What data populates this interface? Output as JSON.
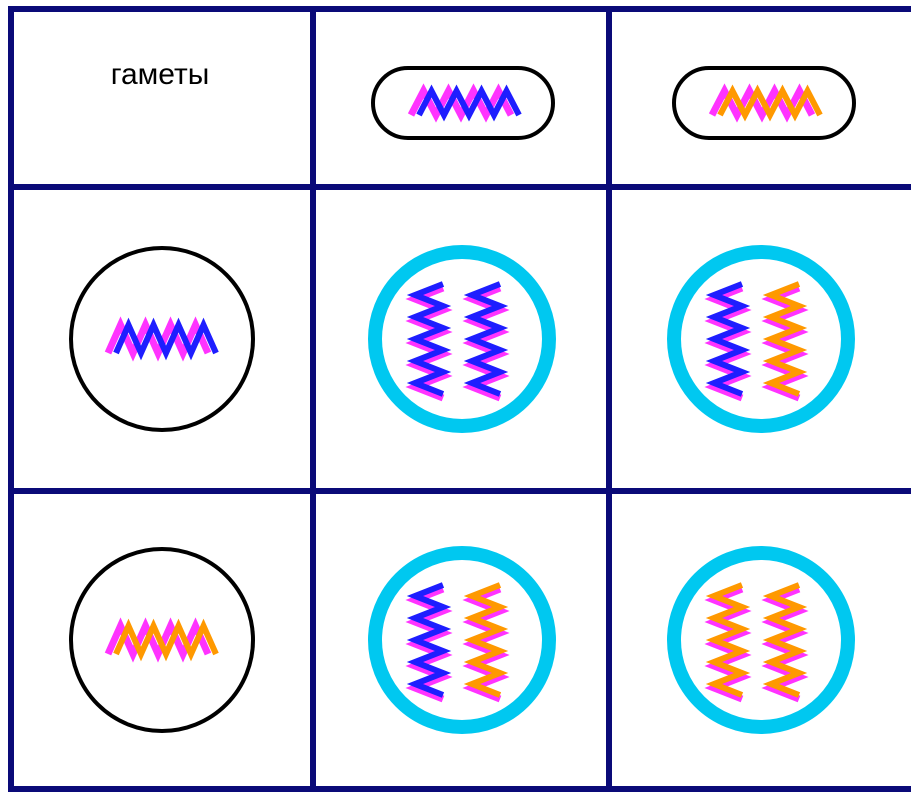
{
  "header": {
    "label": "гаметы"
  },
  "colors": {
    "grid_line": "#0A0A78",
    "gamete_outline": "#000000",
    "zygote_ring": "#00C8F0",
    "blue_strand": "#1E1EFF",
    "orange_strand": "#FF9900",
    "pink_strand": "#FF33FF",
    "background": "#FFFFFF"
  },
  "column_gametes": [
    {
      "chromosome": "blue"
    },
    {
      "chromosome": "orange"
    }
  ],
  "row_gametes": [
    {
      "chromosome": "blue"
    },
    {
      "chromosome": "orange"
    }
  ],
  "zygotes": [
    [
      {
        "chromosomes": [
          "blue",
          "blue"
        ]
      },
      {
        "chromosomes": [
          "blue",
          "orange"
        ]
      }
    ],
    [
      {
        "chromosomes": [
          "blue",
          "orange"
        ]
      },
      {
        "chromosomes": [
          "orange",
          "orange"
        ]
      }
    ]
  ]
}
